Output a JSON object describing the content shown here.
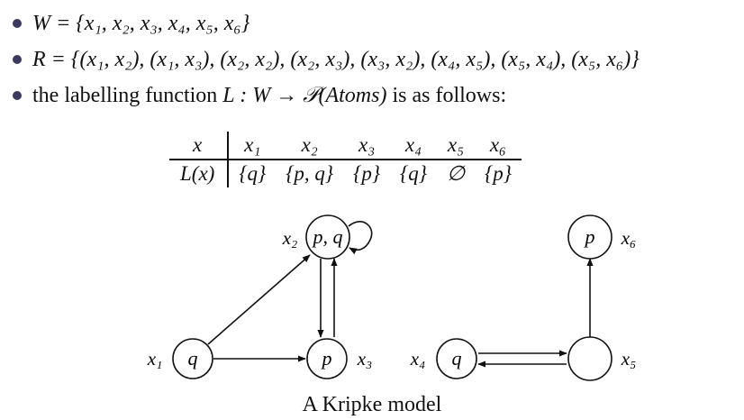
{
  "bullets": [
    {
      "text": "W = {x₁, x₂, x₃, x₄, x₅, x₆}"
    },
    {
      "text": "R = {(x₁, x₂), (x₁, x₃), (x₂, x₂), (x₂, x₃), (x₃, x₂), (x₄, x₅), (x₅, x₄), (x₅, x₆)}"
    },
    {
      "prefix": "the labelling function ",
      "math": "L : W → 𝒫(Atoms)",
      "suffix": " is as follows:"
    }
  ],
  "table": {
    "header": [
      "x",
      "x₁",
      "x₂",
      "x₃",
      "x₄",
      "x₅",
      "x₆"
    ],
    "row": [
      "L(x)",
      "{q}",
      "{p, q}",
      "{p}",
      "{q}",
      "∅",
      "{p}"
    ]
  },
  "graph": {
    "nodes": [
      {
        "id": "x1",
        "name": "x₁",
        "label": "q"
      },
      {
        "id": "x2",
        "name": "x₂",
        "label": "p, q"
      },
      {
        "id": "x3",
        "name": "x₃",
        "label": "p"
      },
      {
        "id": "x4",
        "name": "x₄",
        "label": "q"
      },
      {
        "id": "x5",
        "name": "x₅",
        "label": ""
      },
      {
        "id": "x6",
        "name": "x₆",
        "label": "p"
      }
    ]
  },
  "caption": "A Kripke model"
}
